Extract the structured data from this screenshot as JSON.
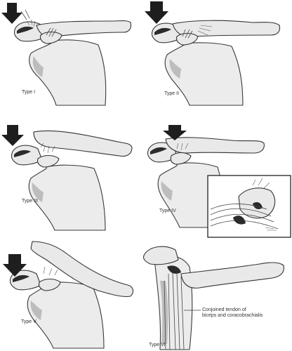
{
  "panels": [
    {
      "id": "type-1",
      "label": "Type I"
    },
    {
      "id": "type-2",
      "label": "Type II"
    },
    {
      "id": "type-3",
      "label": "Type III"
    },
    {
      "id": "type-4",
      "label": "Type IV"
    },
    {
      "id": "type-5",
      "label": "Type V"
    },
    {
      "id": "type-6",
      "label": "Type VI"
    }
  ],
  "callout": {
    "line1": "Conjoined tendon of",
    "line2": "biceps and coracobrachialis"
  },
  "colors": {
    "bone_fill": "#e9e9e9",
    "outline": "#333333",
    "arrow": "#1e1e1e"
  },
  "icons": {
    "force_arrow": "down-arrow-icon"
  }
}
